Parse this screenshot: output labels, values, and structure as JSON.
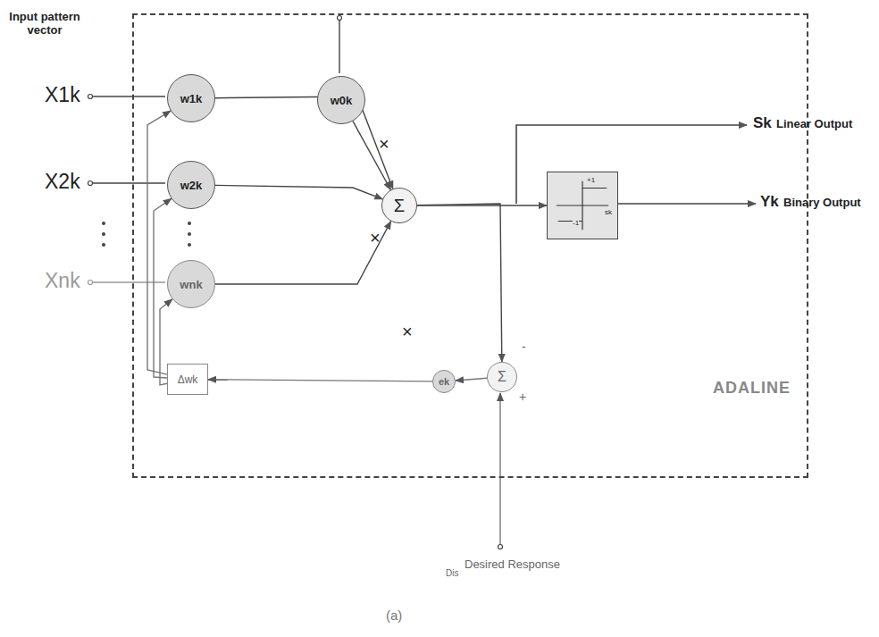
{
  "diagram": {
    "nodes": [
      {
        "text": [
          "ADALINE"
        ]
      },
      {
        "text": [
          "w1k"
        ],
        "in": 0
      },
      {
        "text": [
          "w2k"
        ],
        "in": 0
      },
      {
        "text": [
          "wnk"
        ],
        "in": 0
      },
      {
        "text": [
          "w0k"
        ],
        "in": 0
      },
      {
        "text": [
          "Σ"
        ],
        "in": 0
      },
      {
        "text": [
          "+1",
          "-1",
          "sk"
        ],
        "in": 0
      },
      {
        "text": [
          "Σ"
        ],
        "in": 0
      },
      {
        "text": [
          "ek"
        ],
        "in": 0
      },
      {
        "text": [
          "Δwk"
        ],
        "in": 0
      }
    ],
    "edges": [
      {
        "from": 1,
        "to": 5,
        "arrow": "to"
      },
      {
        "from": 2,
        "to": 5,
        "arrow": "to"
      },
      {
        "from": 3,
        "to": 5,
        "arrow": "to"
      },
      {
        "from": 4,
        "to": 5,
        "arrow": "to"
      },
      {
        "from": 5,
        "to": 6,
        "arrow": "to"
      },
      {
        "from": 5,
        "to": 7,
        "arrow": "to"
      },
      {
        "from": 7,
        "to": 8,
        "arrow": "to"
      },
      {
        "from": 8,
        "to": 9,
        "arrow": "to"
      },
      {
        "from": 9,
        "to": 1,
        "arrow": "to"
      },
      {
        "from": 9,
        "to": 2,
        "arrow": "to"
      },
      {
        "from": 9,
        "to": 3,
        "arrow": "to"
      }
    ],
    "labels": [
      "Input pattern vector",
      "X1k",
      "X2k",
      "Xnk",
      "×",
      "×",
      "×",
      "Sk",
      "Linear Output",
      "Yk",
      "Binary Output",
      "-",
      "+",
      "Dis",
      "Desired Response",
      "(a)"
    ]
  }
}
